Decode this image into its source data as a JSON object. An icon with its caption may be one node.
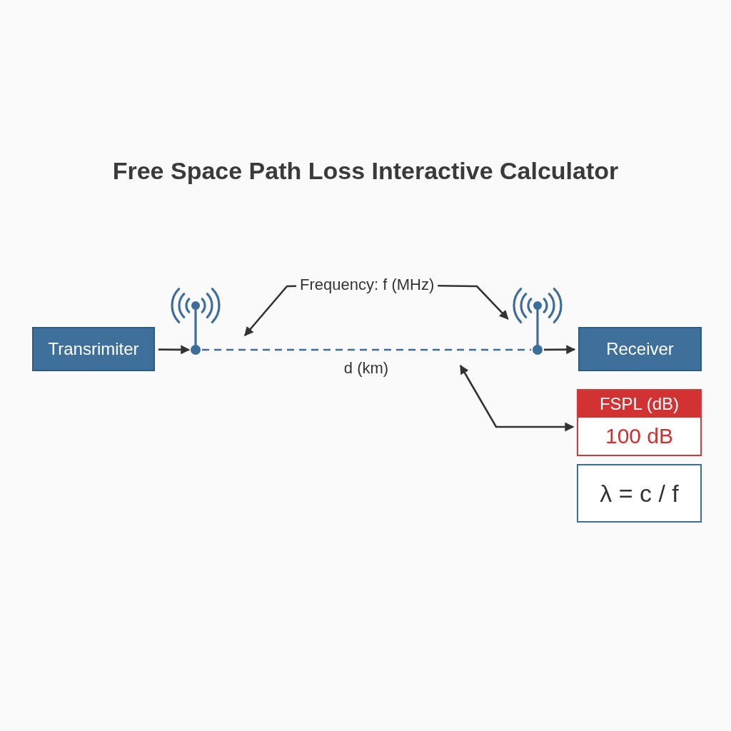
{
  "diagram": {
    "title": "Free Space Path Loss Interactive Calculator",
    "nodes": [
      {
        "text": [
          "Frequency: f (MHz)"
        ]
      },
      {
        "text": [
          "Transrimiter"
        ]
      },
      {
        "text": [],
        "shape": "picture"
      },
      {
        "text": [],
        "shape": "picture"
      },
      {
        "text": [
          "Receiver"
        ]
      },
      {
        "text": [
          "FSPL (dB)",
          "100 dB"
        ]
      },
      {
        "text": [
          "λ = c / f"
        ]
      }
    ],
    "edges": [
      {
        "from": 0,
        "to": null,
        "arrow": "to"
      },
      {
        "from": 0,
        "to": 3,
        "arrow": "to"
      },
      {
        "from": 1,
        "to": 2,
        "arrow": "to"
      },
      {
        "from": 2,
        "to": 3,
        "arrow": "none",
        "label": "d (km)",
        "style": "dashed",
        "color": "#3d6e99"
      },
      {
        "from": 3,
        "to": 4,
        "arrow": "to"
      },
      {
        "from": null,
        "to": 5,
        "arrow": "both"
      }
    ]
  }
}
